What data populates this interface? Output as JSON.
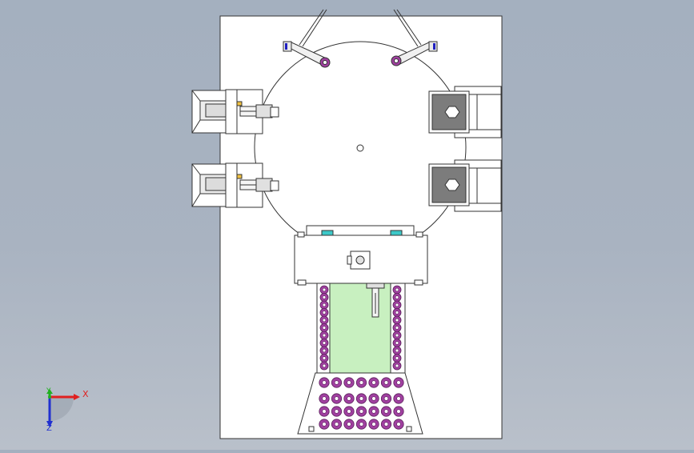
{
  "viewport": {
    "background_top": "#a4b0bf",
    "background_bottom": "#b9c0ca",
    "sheet_color": "#ffffff",
    "line_color": "#333333",
    "green_plate_color": "#c8f0c0",
    "gear_color": "#a040a0",
    "teal_block_color": "#3cc8c8",
    "gray_block_color": "#7c7c7c",
    "blue_accent_color": "#2020c0"
  },
  "triad": {
    "x_label": "X",
    "y_label": "Y",
    "z_label": "Z",
    "x_color": "#e02020",
    "y_color": "#20b020",
    "z_color": "#2030d0"
  }
}
